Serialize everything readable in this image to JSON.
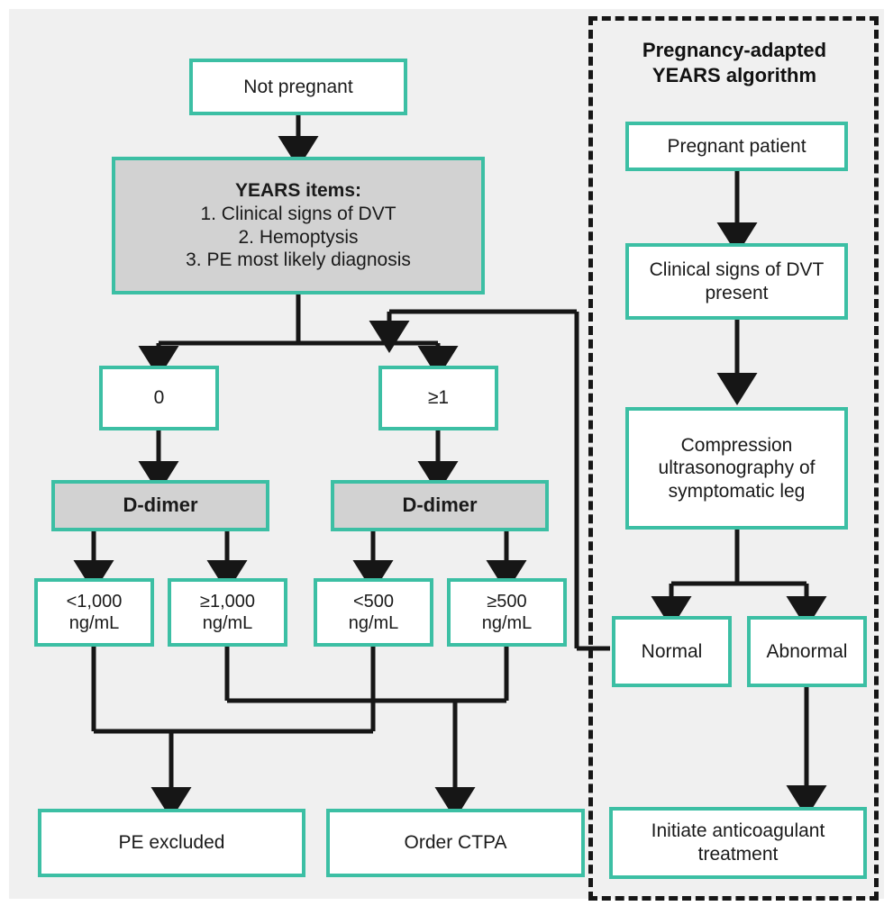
{
  "figure": {
    "background_color": "#f0f0f0",
    "accent_color": "#3cbfa4",
    "gray_fill_color": "#d2d2d2",
    "line_color": "#161616"
  },
  "left_algorithm": {
    "start": {
      "label": "Not pregnant"
    },
    "years_items": {
      "title": "YEARS items:",
      "items": [
        "1. Clinical signs of DVT",
        "2. Hemoptysis",
        "3. PE most likely diagnosis"
      ]
    },
    "branches": [
      {
        "label": "0"
      },
      {
        "label": "≥1"
      }
    ],
    "ddimer_left": {
      "label": "D-dimer"
    },
    "ddimer_right": {
      "label": "D-dimer"
    },
    "thresholds": [
      {
        "value": "<1,000",
        "unit": "ng/mL"
      },
      {
        "value": "≥1,000",
        "unit": "ng/mL"
      },
      {
        "value": "<500",
        "unit": "ng/mL"
      },
      {
        "value": "≥500",
        "unit": "ng/mL"
      }
    ],
    "outcomes": [
      {
        "label": "PE excluded"
      },
      {
        "label": "Order CTPA"
      }
    ]
  },
  "right_algorithm": {
    "title_line1": "Pregnancy-adapted",
    "title_line2": "YEARS algorithm",
    "pregnant_patient": {
      "label": "Pregnant patient"
    },
    "dvt_signs": {
      "line1": "Clinical signs of DVT",
      "line2": "present"
    },
    "compression_us": {
      "line1": "Compression",
      "line2": "ultrasonography of",
      "line3": "symptomatic leg"
    },
    "results": [
      {
        "label": "Normal"
      },
      {
        "label": "Abnormal"
      }
    ],
    "treatment": {
      "line1": "Initiate anticoagulant",
      "line2": "treatment"
    }
  }
}
